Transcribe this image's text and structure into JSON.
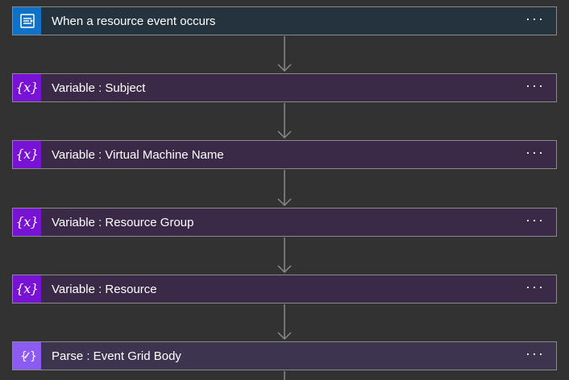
{
  "steps": [
    {
      "kind": "trigger",
      "title": "When a resource event occurs",
      "icon": "event-grid-icon"
    },
    {
      "kind": "variable",
      "title": "Variable : Subject",
      "icon": "variable-icon"
    },
    {
      "kind": "variable",
      "title": "Variable : Virtual Machine Name",
      "icon": "variable-icon"
    },
    {
      "kind": "variable",
      "title": "Variable : Resource Group",
      "icon": "variable-icon"
    },
    {
      "kind": "variable",
      "title": "Variable : Resource",
      "icon": "variable-icon"
    },
    {
      "kind": "parse",
      "title": "Parse : Event Grid Body",
      "icon": "parse-json-icon"
    }
  ],
  "more_label": "···",
  "colors": {
    "canvas": "#323232",
    "trigger_header": "#25333f",
    "trigger_icon": "#0f71c7",
    "variable_header": "#3a2a48",
    "variable_icon": "#7813d6",
    "parse_header": "#3d3450",
    "parse_icon": "#8c5cf2",
    "connector": "#8a8a8a"
  }
}
